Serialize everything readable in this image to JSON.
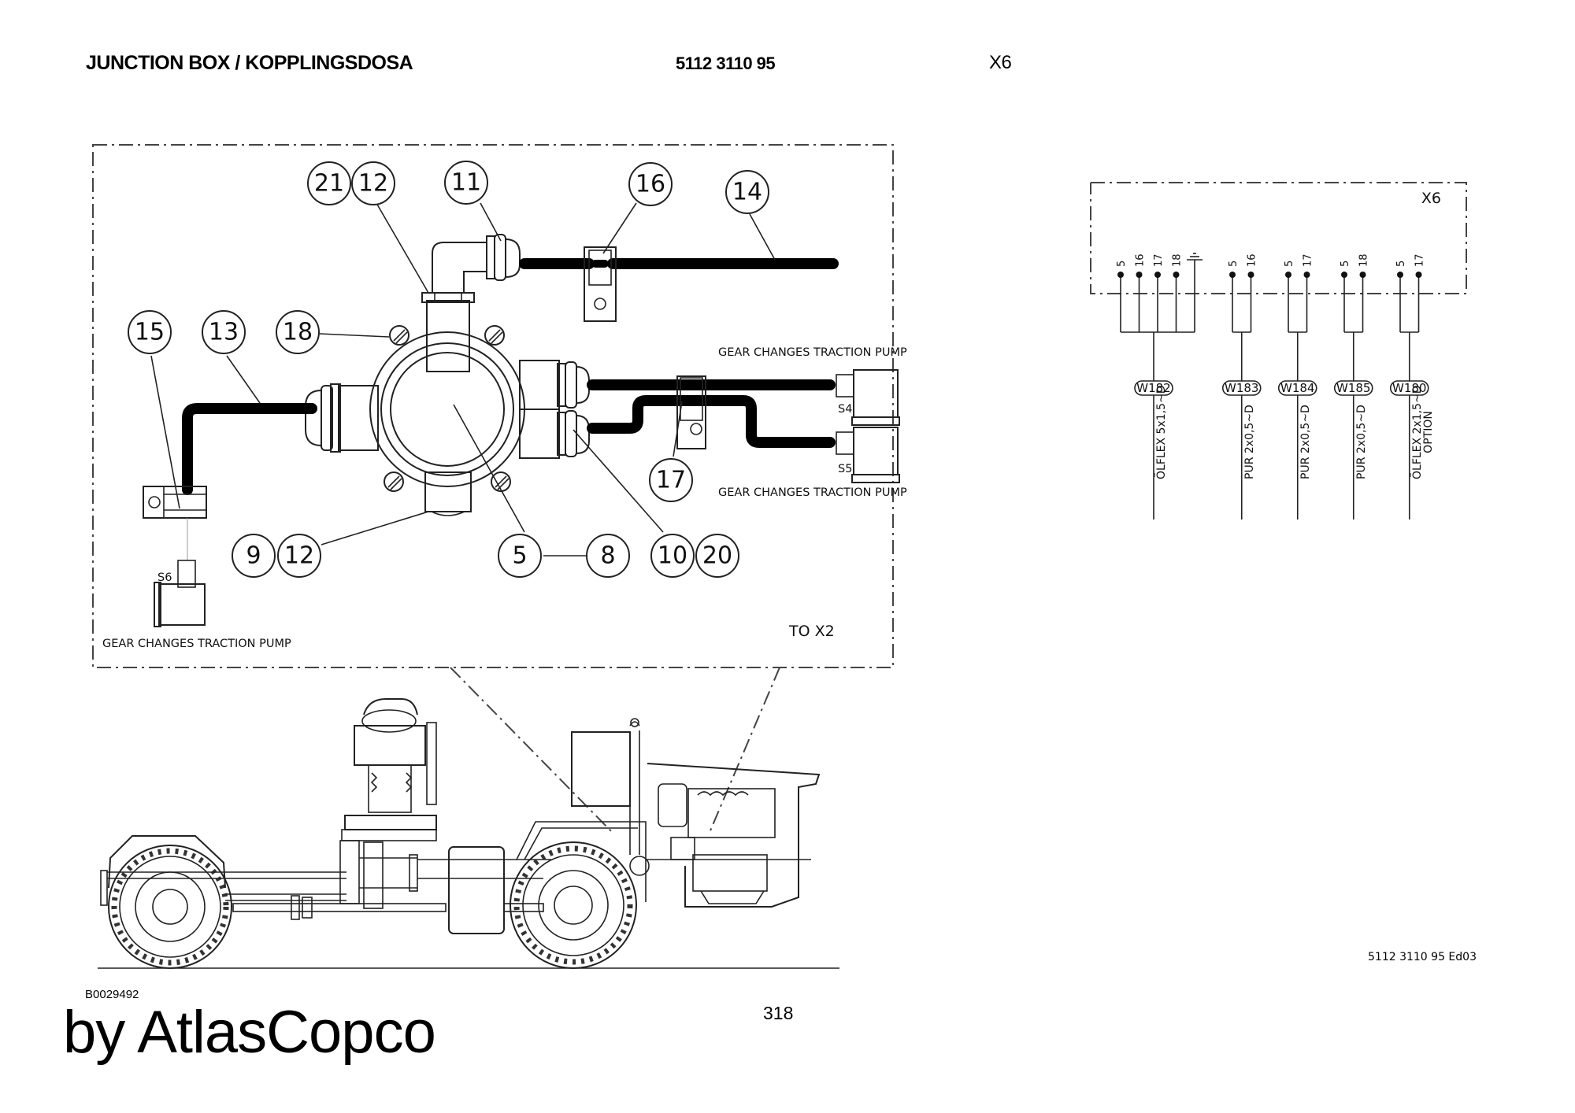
{
  "header": {
    "title": "JUNCTION BOX / KOPPLINGSDOSA",
    "part_number": "5112 3110 95",
    "connector_ref": "X6"
  },
  "detail_view": {
    "balloons": [
      {
        "id": "b21",
        "label": "21"
      },
      {
        "id": "b12a",
        "label": "12"
      },
      {
        "id": "b11",
        "label": "11"
      },
      {
        "id": "b16",
        "label": "16"
      },
      {
        "id": "b14",
        "label": "14"
      },
      {
        "id": "b15",
        "label": "15"
      },
      {
        "id": "b13",
        "label": "13"
      },
      {
        "id": "b18",
        "label": "18"
      },
      {
        "id": "b17",
        "label": "17"
      },
      {
        "id": "b9",
        "label": "9"
      },
      {
        "id": "b12b",
        "label": "12"
      },
      {
        "id": "b5",
        "label": "5"
      },
      {
        "id": "b8",
        "label": "8"
      },
      {
        "id": "b10",
        "label": "10"
      },
      {
        "id": "b20",
        "label": "20"
      }
    ],
    "sensors": [
      {
        "id": "S4",
        "label": "S4"
      },
      {
        "id": "S5",
        "label": "S5"
      },
      {
        "id": "S6",
        "label": "S6"
      }
    ],
    "captions": {
      "s4_caption": "GEAR CHANGES TRACTION PUMP",
      "s5_caption": "GEAR CHANGES TRACTION PUMP",
      "s6_caption": "GEAR CHANGES TRACTION PUMP",
      "to_x2": "TO X2"
    }
  },
  "schematic": {
    "box_label": "X6",
    "ground_symbol": "ground-icon",
    "groups": [
      {
        "pins": [
          "5",
          "16",
          "17",
          "18"
        ],
        "has_ground": true,
        "wire": "W182",
        "cable": "ÖLFLEX 5x1,5~D",
        "note": ""
      },
      {
        "pins": [
          "5",
          "16"
        ],
        "has_ground": false,
        "wire": "W183",
        "cable": "PUR 2x0,5~D",
        "note": ""
      },
      {
        "pins": [
          "5",
          "17"
        ],
        "has_ground": false,
        "wire": "W184",
        "cable": "PUR 2x0,5~D",
        "note": ""
      },
      {
        "pins": [
          "5",
          "18"
        ],
        "has_ground": false,
        "wire": "W185",
        "cable": "PUR 2x0,5~D",
        "note": ""
      },
      {
        "pins": [
          "5",
          "17"
        ],
        "has_ground": false,
        "wire": "W180",
        "cable": "ÖLFLEX 2x1,5~D",
        "note": "OPTION"
      }
    ]
  },
  "footer": {
    "drawing_number": "B0029492",
    "brand": "by AtlasCopco",
    "page_number": "318",
    "edition": "5112 3110 95 Ed03"
  }
}
